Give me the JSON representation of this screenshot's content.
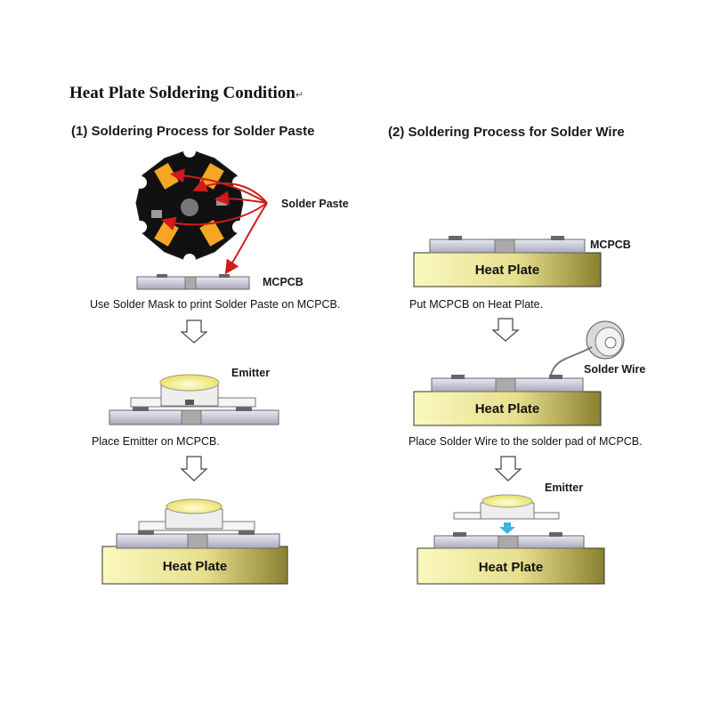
{
  "title": "Heat Plate Soldering Condition",
  "title_mark": "↵",
  "left": {
    "heading": "(1) Soldering Process for Solder Paste",
    "label_solder_paste": "Solder Paste",
    "label_mcpcb": "MCPCB",
    "caption1": "Use Solder Mask to print Solder Paste on MCPCB.",
    "label_emitter": "Emitter",
    "caption2": "Place Emitter on MCPCB.",
    "heat_plate": "Heat Plate"
  },
  "right": {
    "heading": "(2) Soldering Process for Solder Wire",
    "label_mcpcb": "MCPCB",
    "heat_plate_1": "Heat Plate",
    "caption1": "Put MCPCB on Heat Plate.",
    "label_solder_wire": "Solder Wire",
    "heat_plate_2": "Heat Plate",
    "caption2": "Place Solder Wire to the solder pad of MCPCB.",
    "label_emitter": "Emitter",
    "heat_plate_3": "Heat Plate"
  },
  "colors": {
    "star_board": "#111111",
    "pads": "#f5a623",
    "arrows_red": "#d11a1a",
    "board_gray": "#c9c9d8",
    "plate_light": "#fbf7b6",
    "plate_dark": "#8a8030",
    "emitter_dome": "#f6f08a",
    "cyan_arrow": "#38b6e8"
  }
}
